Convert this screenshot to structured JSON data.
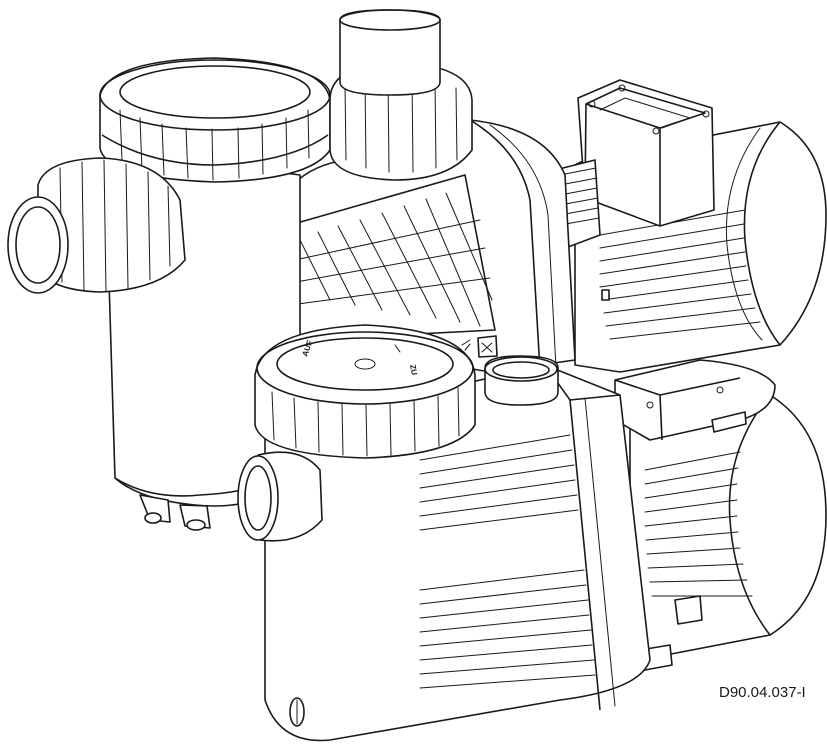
{
  "drawing": {
    "reference_code": "D90.04.037-I",
    "cap_marking_top": "AUF",
    "cap_marking_side": "ZU",
    "line_color": "#1a1a1a",
    "background_color": "#ffffff"
  }
}
